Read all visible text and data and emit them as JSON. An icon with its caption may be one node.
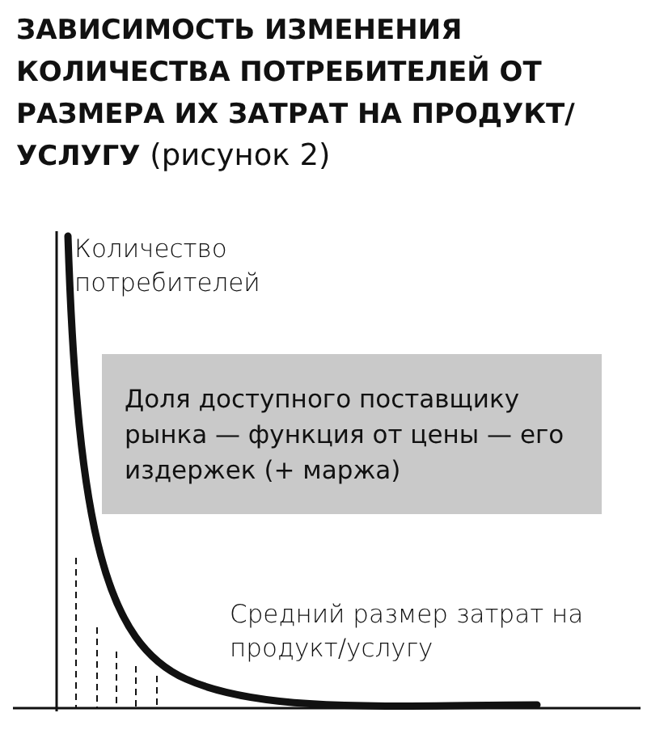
{
  "diagram": {
    "title": "**ЗАВИСИМОСТЬ ИЗМЕНЕНИЯ КОЛИЧЕСТВА ПОТРЕБИТЕЛЕЙ ОТ РАЗМЕРА ИХ ЗАТРАТ НА ПРОДУКТ/УСЛУГУ** (рисунок 2)",
    "nodes": [
      {
        "text": [
          "Доля доступного поставщику рынка — функция от цены — его издержек (+ маржа)"
        ]
      }
    ],
    "labels": [
      "Количество потребителей",
      "Средний размер затрат на продукт/услугу"
    ]
  }
}
